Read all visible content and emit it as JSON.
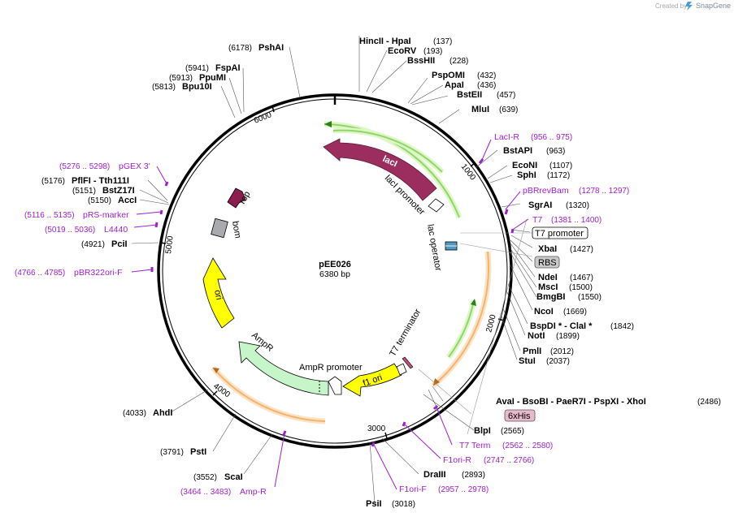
{
  "app": {
    "created_by": "Created by",
    "brand": "SnapGene"
  },
  "plasmid": {
    "name": "pEE026",
    "length_text": "6380 bp",
    "length": 6380
  },
  "ticks": {
    "labels": [
      "1000",
      "2000",
      "3000",
      "4000",
      "5000",
      "6000"
    ]
  },
  "features": {
    "lacI": "lacI",
    "lacI_promoter": "lacI promoter",
    "lac_operator": "lac operator",
    "T7_terminator": "T7 terminator",
    "f1_ori": "f1 ori",
    "AmpR_promoter": "AmpR promoter",
    "AmpR": "AmpR",
    "ori": "ori",
    "bom": "bom",
    "rop": "rop"
  },
  "boxed": {
    "T7_promoter": "T7 promoter",
    "RBS": "RBS",
    "his6": "6xHis"
  },
  "sites": [
    {
      "id": "hincii",
      "name": "HincII  - HpaI",
      "pos": "(137)"
    },
    {
      "id": "ecorv",
      "name": "EcoRV",
      "pos": "(193)"
    },
    {
      "id": "bsshii",
      "name": "BssHII",
      "pos": "(228)"
    },
    {
      "id": "pspomi",
      "name": "PspOMI",
      "pos": "(432)"
    },
    {
      "id": "apai",
      "name": "ApaI",
      "pos": "(436)"
    },
    {
      "id": "bsteii",
      "name": "BstEII",
      "pos": "(457)"
    },
    {
      "id": "mlui",
      "name": "MluI",
      "pos": "(639)"
    },
    {
      "id": "bstapi",
      "name": "BstAPI",
      "pos": "(963)"
    },
    {
      "id": "econi",
      "name": "EcoNI",
      "pos": "(1107)"
    },
    {
      "id": "sphi",
      "name": "SphI",
      "pos": "(1172)"
    },
    {
      "id": "sgrai",
      "name": "SgrAI",
      "pos": "(1320)"
    },
    {
      "id": "xbai",
      "name": "XbaI",
      "pos": "(1427)"
    },
    {
      "id": "ndei",
      "name": "NdeI",
      "pos": "(1467)"
    },
    {
      "id": "msci",
      "name": "MscI",
      "pos": "(1500)"
    },
    {
      "id": "bmgbi",
      "name": "BmgBI",
      "pos": "(1550)"
    },
    {
      "id": "ncoi",
      "name": "NcoI",
      "pos": "(1669)"
    },
    {
      "id": "bspdi",
      "name": "BspDI *  - ClaI *",
      "pos": "(1842)"
    },
    {
      "id": "noti",
      "name": "NotI",
      "pos": "(1899)"
    },
    {
      "id": "pmli",
      "name": "PmlI",
      "pos": "(2012)"
    },
    {
      "id": "stui",
      "name": "StuI",
      "pos": "(2037)"
    },
    {
      "id": "avai",
      "name": "AvaI  - BsoBI  - PaeR7I  - PspXI  - XhoI",
      "pos": "(2486)"
    },
    {
      "id": "blpi",
      "name": "BlpI",
      "pos": "(2565)"
    },
    {
      "id": "draiii",
      "name": "DraIII",
      "pos": "(2893)"
    },
    {
      "id": "psii",
      "name": "PsiI",
      "pos": "(3018)"
    },
    {
      "id": "scai",
      "name": "ScaI",
      "pos": "(3552)"
    },
    {
      "id": "psti",
      "name": "PstI",
      "pos": "(3791)"
    },
    {
      "id": "ahdi",
      "name": "AhdI",
      "pos": "(4033)"
    },
    {
      "id": "pcii",
      "name": "PciI",
      "pos": "(4921)"
    },
    {
      "id": "acci",
      "name": "AccI",
      "pos": "(5150)"
    },
    {
      "id": "bstz17i",
      "name": "BstZ17I",
      "pos": "(5151)"
    },
    {
      "id": "pflfi",
      "name": "PflFI  - Tth111I",
      "pos": "(5176)"
    },
    {
      "id": "bpu10i",
      "name": "Bpu10I",
      "pos": "(5813)"
    },
    {
      "id": "ppumi",
      "name": "PpuMI",
      "pos": "(5913)"
    },
    {
      "id": "fspai",
      "name": "FspAI",
      "pos": "(5941)"
    },
    {
      "id": "pshai",
      "name": "PshAI",
      "pos": "(6178)"
    }
  ],
  "primers": [
    {
      "id": "laci_r",
      "name": "LacI-R",
      "range": "(956 .. 975)"
    },
    {
      "id": "pbrrevbam",
      "name": "pBRrevBam",
      "range": "(1278 .. 1297)"
    },
    {
      "id": "t7",
      "name": "T7",
      "range": "(1381 .. 1400)"
    },
    {
      "id": "t7term",
      "name": "T7 Term",
      "range": "(2562 .. 2580)"
    },
    {
      "id": "f1ori_r",
      "name": "F1ori-R",
      "range": "(2747 .. 2766)"
    },
    {
      "id": "f1ori_f",
      "name": "F1ori-F",
      "range": "(2957 .. 2978)"
    },
    {
      "id": "amp_r",
      "name": "Amp-R",
      "range": "(3464 .. 3483)"
    },
    {
      "id": "pbr322ori_f",
      "name": "pBR322ori-F",
      "range": "(4766 .. 4785)"
    },
    {
      "id": "l4440",
      "name": "L4440",
      "range": "(5019 .. 5036)"
    },
    {
      "id": "prs_marker",
      "name": "pRS-marker",
      "range": "(5116 .. 5135)"
    },
    {
      "id": "pgex3",
      "name": "pGEX 3'",
      "range": "(5276 .. 5298)"
    }
  ],
  "colors": {
    "lacI": "#9b2d5f",
    "AmpR": "#c5f5c8",
    "ori": "#ffff00",
    "f1_ori": "#ffff00",
    "rop": "#8b1e4e",
    "bom": "#a9aab0",
    "orf_green": "#8fd66a",
    "orf_orange": "#f5b36b",
    "primer": "#a020d0",
    "backbone": "#000000"
  }
}
